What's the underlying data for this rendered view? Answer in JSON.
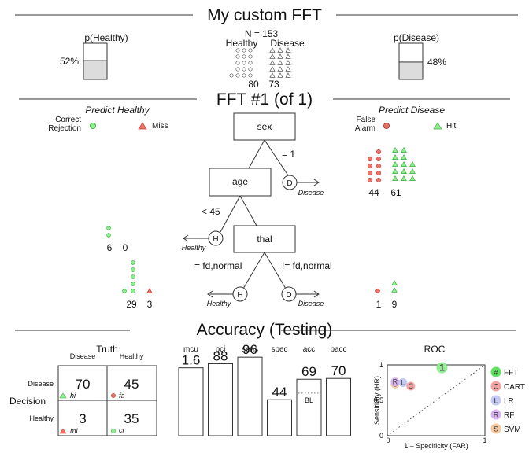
{
  "header": {
    "title": "My custom FFT",
    "n_label": "N = 153",
    "healthy_label": "Healthy",
    "disease_label": "Disease",
    "healthy_count": "80",
    "disease_count": "73",
    "p_healthy_label": "p(Healthy)",
    "p_healthy_value": "52%",
    "p_healthy_fraction": 0.52,
    "p_disease_label": "p(Disease)",
    "p_disease_value": "48%",
    "p_disease_fraction": 0.48
  },
  "tree": {
    "title": "FFT #1 (of 1)",
    "predict_healthy": "Predict Healthy",
    "predict_disease": "Predict Disease",
    "legend": {
      "correct_rejection_1": "Correct",
      "correct_rejection_2": "Rejection",
      "miss": "Miss",
      "false_alarm_1": "False",
      "false_alarm_2": "Alarm",
      "hit": "Hit"
    },
    "nodes": [
      {
        "cue": "sex",
        "exit_label": "= 1",
        "exit_decision": "D",
        "exit_text": "Disease",
        "exit_side": "right",
        "counts": [
          "44",
          "61"
        ]
      },
      {
        "cue": "age",
        "exit_label": "< 45",
        "exit_decision": "H",
        "exit_text": "Healthy",
        "exit_side": "left",
        "counts": [
          "6",
          "0"
        ]
      },
      {
        "cue": "thal",
        "exit_label_left": "= fd,normal",
        "exit_label_right": "!= fd,normal",
        "left_decision": "H",
        "left_text": "Healthy",
        "right_decision": "D",
        "right_text": "Disease",
        "left_counts": [
          "29",
          "3"
        ],
        "right_counts": [
          "1",
          "9"
        ]
      }
    ]
  },
  "accuracy": {
    "title": "Accuracy (Testing)",
    "confusion": {
      "truth_label": "Truth",
      "decision_label": "Decision",
      "col_labels": [
        "Disease",
        "Healthy"
      ],
      "row_labels": [
        "Disease",
        "Healthy"
      ],
      "cells": [
        {
          "value": "70",
          "tag": "hi"
        },
        {
          "value": "45",
          "tag": "fa"
        },
        {
          "value": "3",
          "tag": "mi"
        },
        {
          "value": "35",
          "tag": "cr"
        }
      ]
    },
    "bars": [
      {
        "label": "mcu",
        "value_text": "1.6",
        "level": 0.83
      },
      {
        "label": "pci",
        "value_text": "88",
        "level": 0.88
      },
      {
        "label": "sens",
        "value_text": "96",
        "level": 0.96
      },
      {
        "label": "spec",
        "value_text": "44",
        "level": 0.44
      },
      {
        "label": "acc",
        "value_text": "69",
        "level": 0.69,
        "baseline_label": "BL",
        "baseline": 0.52
      },
      {
        "label": "bacc",
        "value_text": "70",
        "level": 0.7
      }
    ],
    "roc": {
      "title": "ROC",
      "xlabel": "1 – Specificity (FAR)",
      "ylabel": "Sensitivity (HR)",
      "x_ticks": [
        "0",
        "1"
      ],
      "y_ticks": [
        "0",
        "0.5",
        "1"
      ],
      "points": [
        {
          "key": "FFT",
          "glyph": "1",
          "far": 0.56,
          "hr": 0.96,
          "color": "#90ee90"
        },
        {
          "key": "CART",
          "glyph": "C",
          "far": 0.24,
          "hr": 0.7,
          "color": "#f4a3a3"
        },
        {
          "key": "LR",
          "glyph": "L",
          "far": 0.16,
          "hr": 0.75,
          "color": "#c4c8f4"
        },
        {
          "key": "RF",
          "glyph": "R",
          "far": 0.08,
          "hr": 0.76,
          "color": "#d6b3ef"
        },
        {
          "key": "SVM",
          "glyph": "S",
          "far": 0.08,
          "hr": 0.73,
          "color": "#f7c9a0"
        }
      ],
      "legend": [
        {
          "glyph": "#",
          "label": "FFT",
          "color": "#5fe35f"
        },
        {
          "glyph": "C",
          "label": "CART",
          "color": "#f4a3a3"
        },
        {
          "glyph": "L",
          "label": "LR",
          "color": "#c4c8f4"
        },
        {
          "glyph": "R",
          "label": "RF",
          "color": "#d6b3ef"
        },
        {
          "glyph": "S",
          "label": "SVM",
          "color": "#f7c9a0"
        }
      ]
    }
  },
  "colors": {
    "green": "#90ee90",
    "green_stroke": "#3cb043",
    "red": "#f0736a",
    "red_stroke": "#c0392b",
    "grey_fill": "#dcdcdc"
  }
}
